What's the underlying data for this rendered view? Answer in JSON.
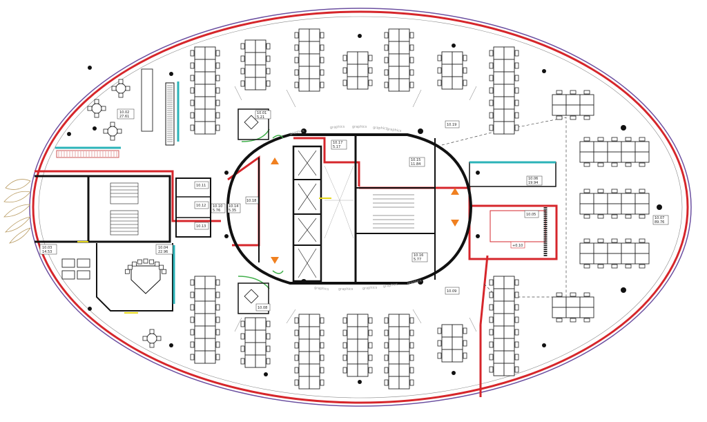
{
  "drawing": {
    "watermark": "graphics",
    "colors": {
      "perimeter": "#d6262b",
      "outer_line": "#6b4fa0",
      "wall": "#111111",
      "accent": "#2bb3b8",
      "door_green": "#3fae49",
      "core_marker": "#f08020",
      "lift_marker": "#e6d81a",
      "furniture": "#222222"
    },
    "room_labels": [
      {
        "code": "10.01",
        "area": "5.21"
      },
      {
        "code": "10.02",
        "area": "27.61"
      },
      {
        "code": "10.03",
        "area": "14.53"
      },
      {
        "code": "10.04",
        "area": "22.96"
      },
      {
        "code": "10.05",
        "area": ""
      },
      {
        "code": "10.06",
        "area": "19.94"
      },
      {
        "code": "10.07",
        "area": "89.76"
      },
      {
        "code": "10.08",
        "area": ""
      },
      {
        "code": "10.09",
        "area": ""
      },
      {
        "code": "10.10",
        "area": "5.76"
      },
      {
        "code": "10.11",
        "area": ""
      },
      {
        "code": "10.12",
        "area": ""
      },
      {
        "code": "10.13",
        "area": ""
      },
      {
        "code": "10.14",
        "area": "5.35"
      },
      {
        "code": "10.15",
        "area": "11.84"
      },
      {
        "code": "10.16",
        "area": "5.77"
      },
      {
        "code": "10.17",
        "area": "5.17"
      },
      {
        "code": "10.18",
        "area": ""
      },
      {
        "code": "10.19",
        "area": ""
      }
    ],
    "level_mark": "+0.10"
  }
}
